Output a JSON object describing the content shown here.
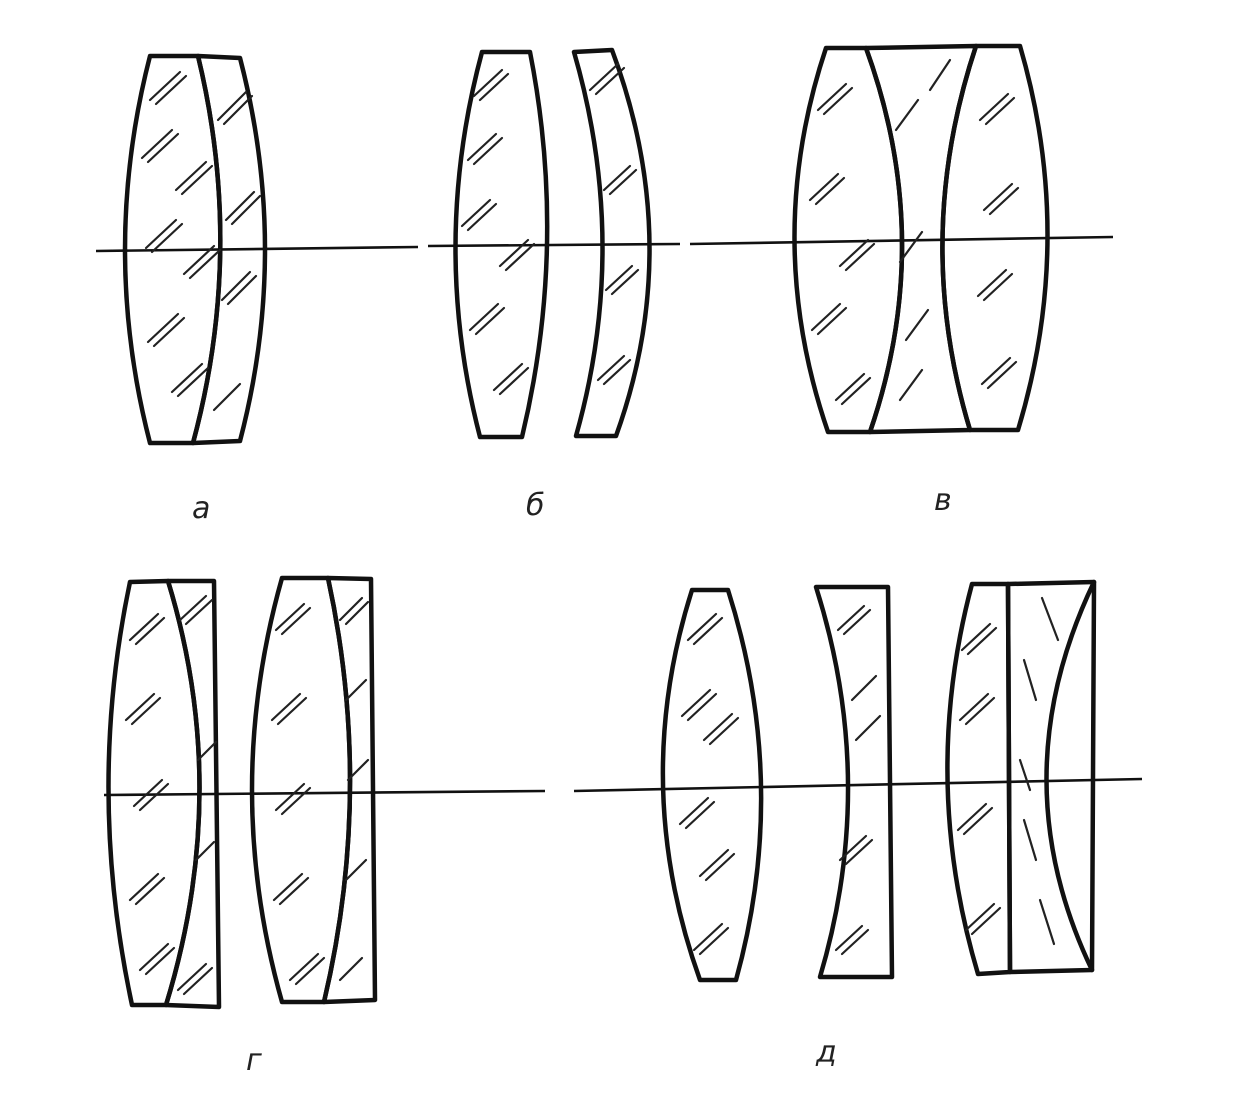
{
  "diagrams": [
    {
      "id": "a",
      "label": "а"
    },
    {
      "id": "b",
      "label": "б"
    },
    {
      "id": "v",
      "label": "в"
    },
    {
      "id": "g",
      "label": "г"
    },
    {
      "id": "d",
      "label": "д"
    }
  ]
}
